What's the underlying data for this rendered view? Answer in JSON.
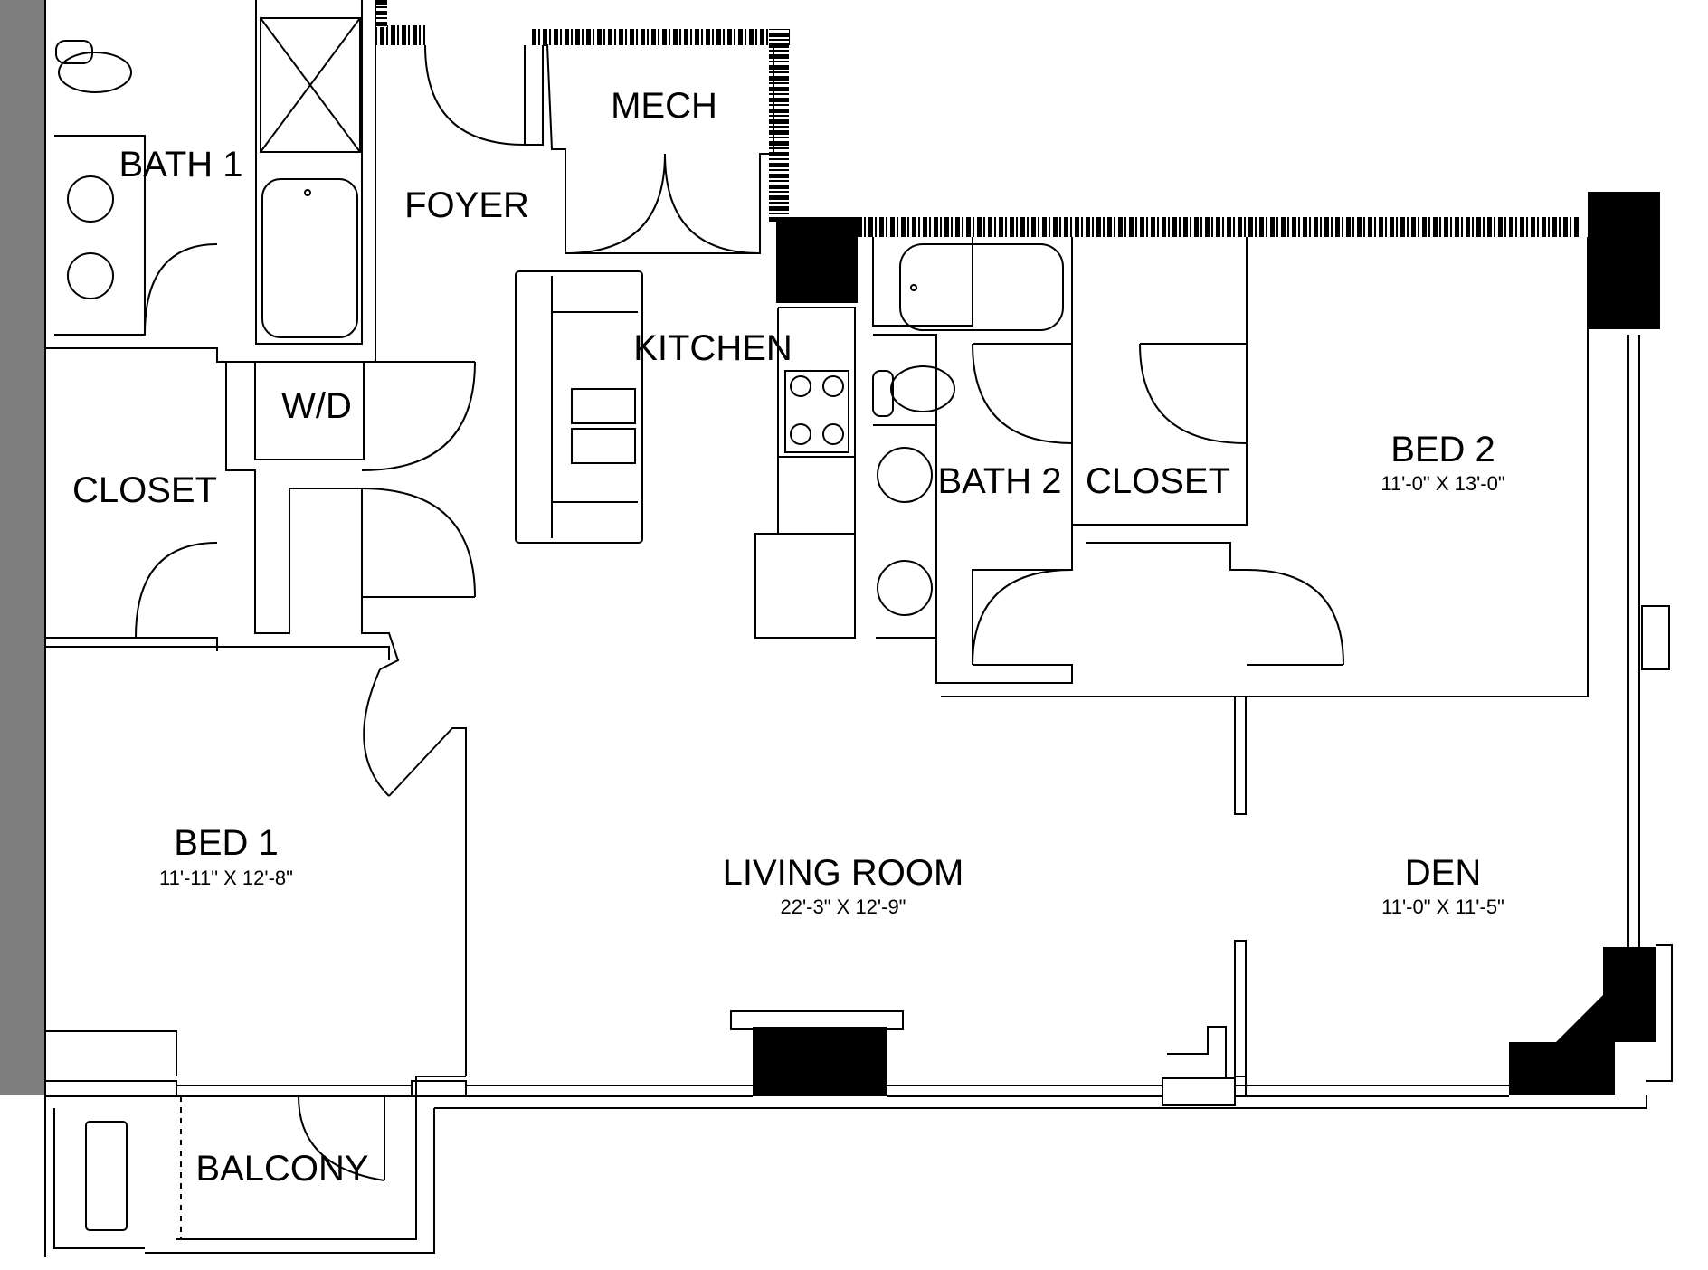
{
  "rooms": {
    "bath1": {
      "name": "BATH 1"
    },
    "foyer": {
      "name": "FOYER"
    },
    "mech": {
      "name": "MECH"
    },
    "kitchen": {
      "name": "KITCHEN"
    },
    "wd": {
      "name": "W/D"
    },
    "closet1": {
      "name": "CLOSET"
    },
    "bath2": {
      "name": "BATH 2"
    },
    "closet2": {
      "name": "CLOSET"
    },
    "bed2": {
      "name": "BED 2",
      "dims": "11'-0\" X 13'-0\""
    },
    "bed1": {
      "name": "BED 1",
      "dims": "11'-11\" X 12'-8\""
    },
    "living": {
      "name": "LIVING ROOM",
      "dims": "22'-3\" X 12'-9\""
    },
    "den": {
      "name": "DEN",
      "dims": "11'-0\" X 11'-5\""
    },
    "balcony": {
      "name": "BALCONY"
    }
  },
  "colors": {
    "wall": "#000000",
    "column": "#000000",
    "party_wall": "#7f7f7f",
    "background": "#ffffff"
  }
}
